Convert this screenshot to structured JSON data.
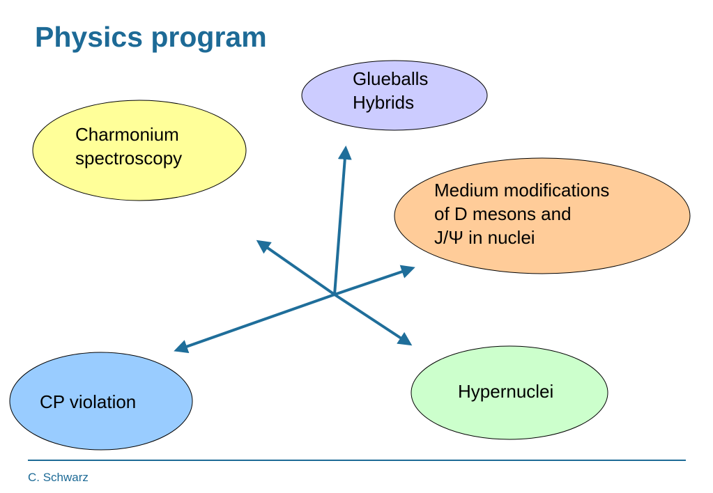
{
  "title": "Physics program",
  "footer": "C. Schwarz",
  "colors": {
    "title": "#1d6a96",
    "arrows": "#1f6e9a",
    "glueballs_fill": "#ccccff",
    "charmonium_fill": "#ffff99",
    "medium_fill": "#ffcc99",
    "hypernuclei_fill": "#ccffcc",
    "cp_fill": "#99ccff"
  },
  "nodes": {
    "glueballs": {
      "line1": "Glueballs",
      "line2": "Hybrids"
    },
    "charmonium": {
      "line1": "Charmonium",
      "line2": "spectroscopy"
    },
    "medium": {
      "line1": "Medium modifications",
      "line2": "of D mesons and",
      "line3": "J/Ψ in nuclei"
    },
    "hypernuclei": {
      "line1": "Hypernuclei"
    },
    "cp": {
      "line1": "CP violation"
    }
  }
}
